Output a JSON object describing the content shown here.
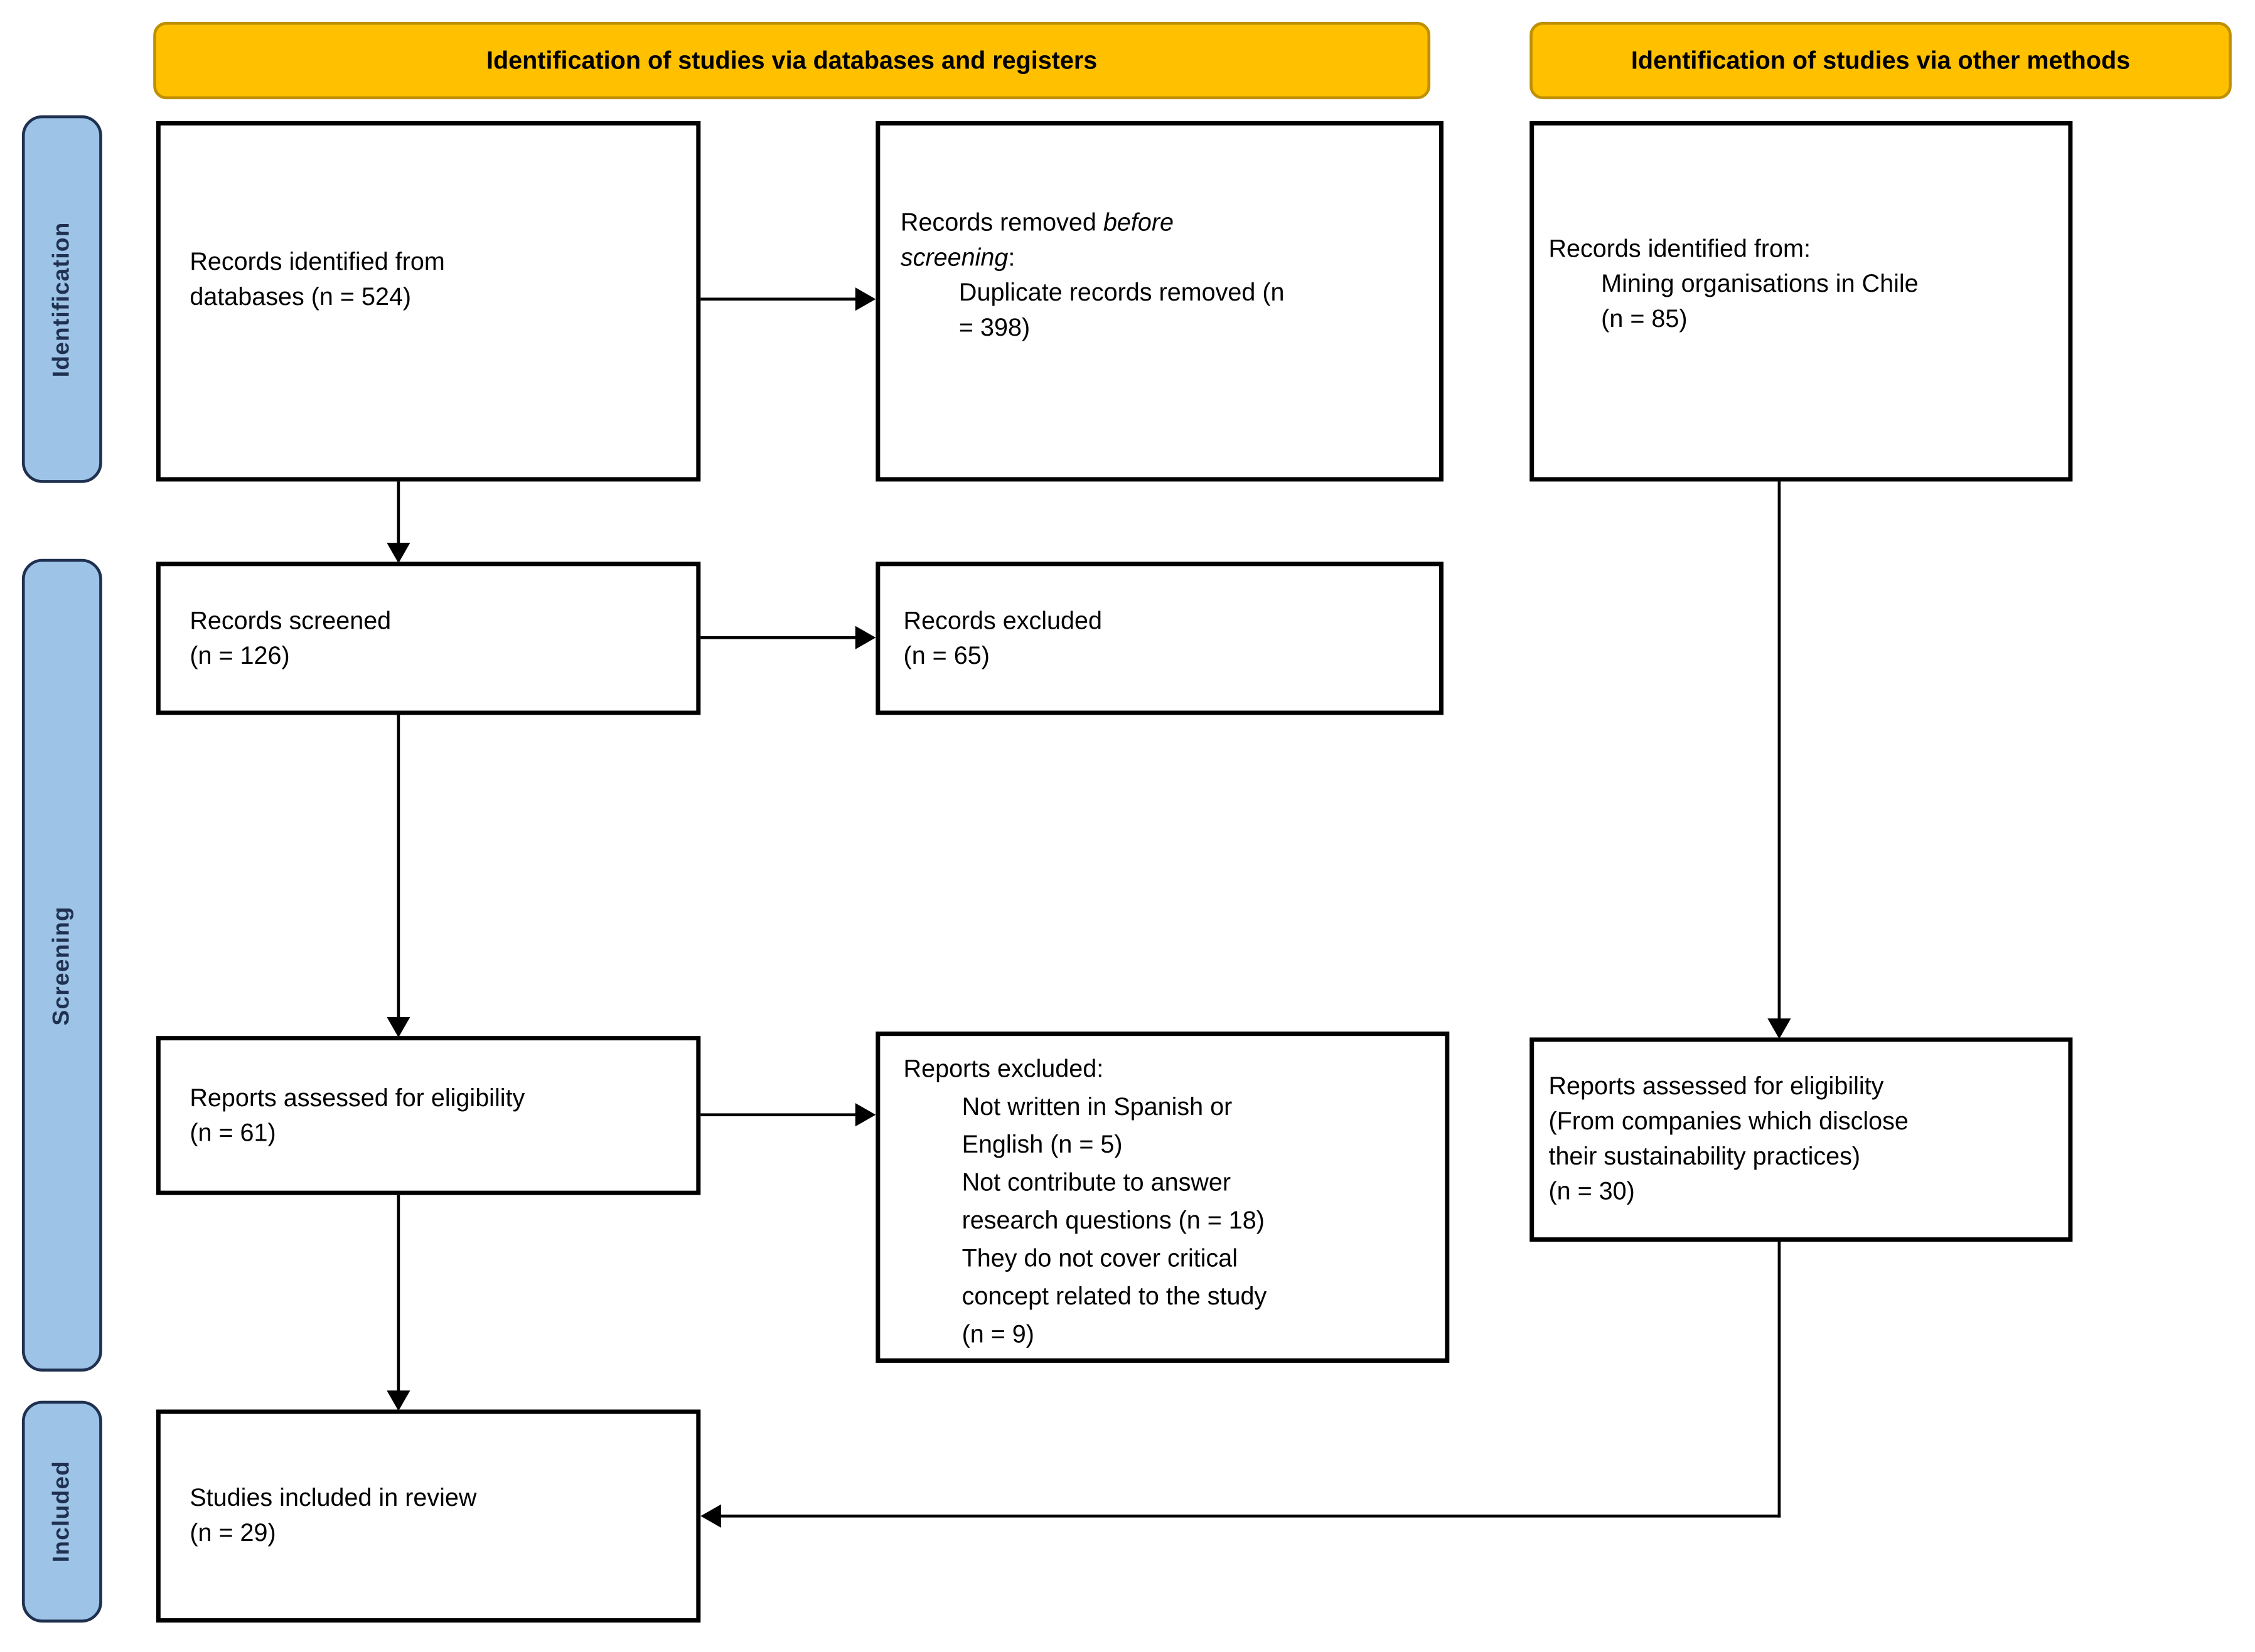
{
  "banners": {
    "databases": "Identification of studies via databases and registers",
    "other_methods": "Identification of studies via other methods"
  },
  "sidebar": {
    "identification": "Identification",
    "screening": "Screening",
    "included": "Included"
  },
  "boxes": {
    "records_identified_db": {
      "lines": [
        "Records identified from",
        "databases (n = 524)"
      ]
    },
    "records_removed": {
      "line1_prefix": "Records removed ",
      "line1_italic": "before",
      "line2_italic": "screening",
      "line2_suffix": ":",
      "detail_lines": [
        "Duplicate records removed (n",
        "= 398)"
      ]
    },
    "records_identified_other": {
      "line1": "Records identified from:",
      "detail_lines": [
        "Mining organisations in Chile",
        "(n = 85)"
      ]
    },
    "records_screened": {
      "lines": [
        "Records screened",
        "(n = 126)"
      ]
    },
    "records_excluded": {
      "lines": [
        "Records excluded",
        "(n = 65)"
      ]
    },
    "reports_assessed_db": {
      "lines": [
        "Reports assessed for eligibility",
        "(n = 61)"
      ]
    },
    "reports_excluded": {
      "line1": "Reports excluded:",
      "detail_lines": [
        "Not written in Spanish or",
        "English (n = 5)",
        "Not contribute to answer",
        "research questions (n = 18)",
        "They do not cover critical",
        "concept related to the study",
        "(n = 9)"
      ]
    },
    "reports_assessed_other": {
      "lines": [
        "Reports assessed for eligibility",
        "(From companies which disclose",
        "their sustainability practices)",
        "(n = 30)"
      ]
    },
    "studies_included": {
      "lines": [
        "Studies included in review",
        "(n = 29)"
      ]
    }
  },
  "colors": {
    "banner_fill": "#FFC000",
    "banner_border": "#BF9000",
    "sidebar_fill": "#9DC3E6",
    "sidebar_border": "#1F3050",
    "sidebar_text": "#1F3050",
    "box_border": "#000000",
    "arrow": "#000000"
  }
}
